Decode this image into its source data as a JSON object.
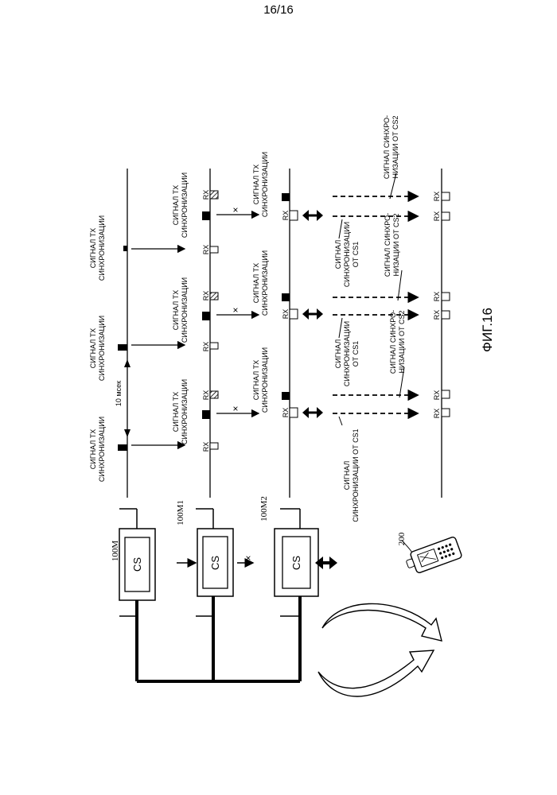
{
  "page_number": "16/16",
  "figure_label": "ФИГ.16",
  "stations": [
    {
      "ref": "100M",
      "inner": "CS"
    },
    {
      "ref": "100M1",
      "inner": "CS"
    },
    {
      "ref": "100M2",
      "inner": "CS"
    }
  ],
  "terminal_ref": "200",
  "labels": {
    "tx_sync_line1": "СИГНАЛ ТХ",
    "tx_sync_line2": "СИНХРОНИЗАЦИИ",
    "rx": "RX",
    "x_mark": "×",
    "interval": "10 мсек",
    "cs1_a_line1": "СИГНАЛ",
    "cs1_a_line2": "СИНХРОНИЗАЦИИ ОТ CS1",
    "cs1_b_line1": "СИГНАЛ",
    "cs1_b_line2": "СИНХРОНИЗАЦИИ",
    "cs1_b_line3": "ОТ CS1",
    "cs2_line1": "СИГНАЛ СИНХРО-",
    "cs2_line2": "НИЗАЦИИ ОТ CS2"
  }
}
